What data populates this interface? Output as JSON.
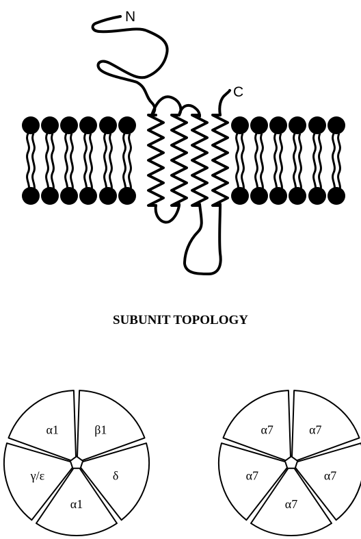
{
  "topology": {
    "n_terminus": "N",
    "c_terminus": "C",
    "caption": "SUBUNIT TOPOLOGY"
  },
  "receptors": [
    {
      "subunits": [
        "α1",
        "β1",
        "δ",
        "α1",
        "γ/ε"
      ]
    },
    {
      "subunits": [
        "α7",
        "α7",
        "α7",
        "α7",
        "α7"
      ]
    }
  ],
  "colors": {
    "ink": "#000000",
    "background": "#ffffff"
  }
}
